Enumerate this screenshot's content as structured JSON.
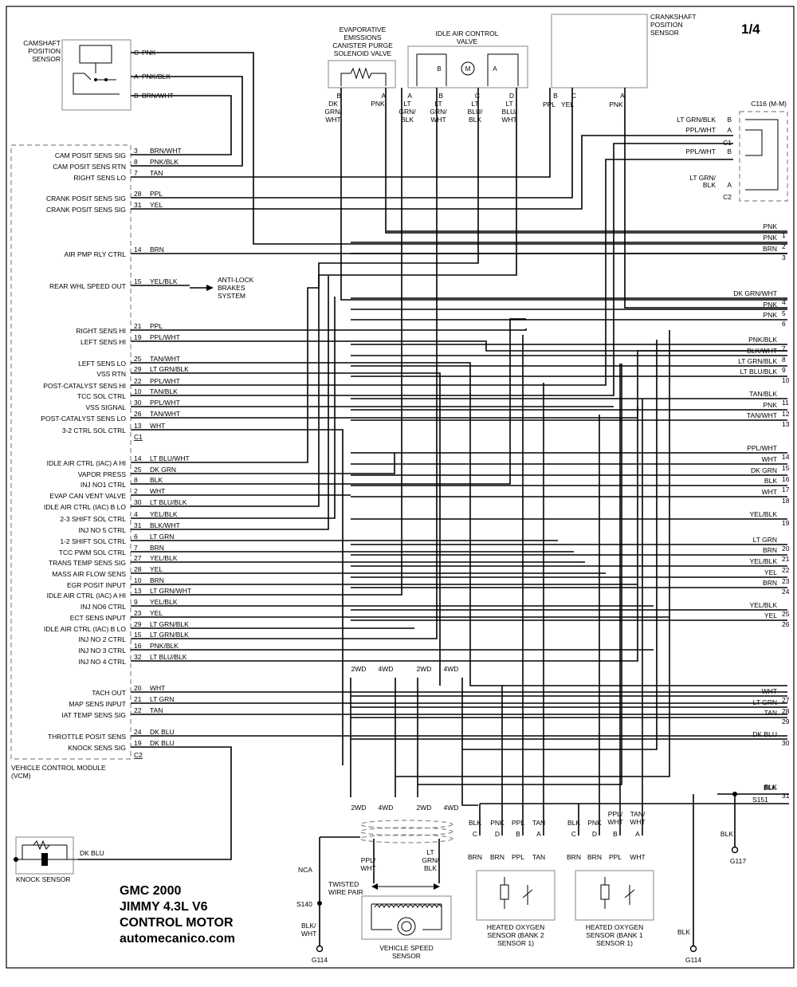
{
  "page_no": "1/4",
  "footer": {
    "line1": "GMC 2000",
    "line2": "JIMMY 4.3L V6",
    "line3": "CONTROL MOTOR",
    "line4": "automecanico.com"
  },
  "vcm": {
    "line1": "VEHICLE CONTROL MODULE",
    "line2": "(VCM)"
  },
  "components": {
    "camshaft": {
      "l1": "CAMSHAFT",
      "l2": "POSITION",
      "l3": "SENSOR"
    },
    "evap": {
      "l1": "EVAPORATIVE",
      "l2": "EMISSIONS",
      "l3": "CANISTER PURGE",
      "l4": "SOLENOID VALVE"
    },
    "iac": {
      "l1": "IDLE AIR CONTROL",
      "l2": "VALVE"
    },
    "crank": {
      "l1": "CRANKSHAFT",
      "l2": "POSITION",
      "l3": "SENSOR"
    },
    "c116": "C116 (M-M)",
    "abs": {
      "l1": "ANTI-LOCK",
      "l2": "BRAKES",
      "l3": "SYSTEM"
    },
    "knock": "KNOCK SENSOR",
    "vss": {
      "l1": "VEHICLE SPEED",
      "l2": "SENSOR"
    },
    "twisted": {
      "l1": "TWISTED",
      "l2": "WIRE PAIR"
    },
    "ho2s_b2": {
      "l1": "HEATED OXYGEN",
      "l2": "SENSOR (BANK 2",
      "l3": "SENSOR 1)"
    },
    "ho2s_b1": {
      "l1": "HEATED OXYGEN",
      "l2": "SENSOR (BANK 1",
      "l3": "SENSOR 1)"
    }
  },
  "cam_pins": [
    {
      "pin": "C",
      "color": "PNK"
    },
    {
      "pin": "A",
      "color": "PNK/BLK"
    },
    {
      "pin": "B",
      "color": "BRN/WHT"
    }
  ],
  "evap_pins": [
    {
      "pin": "B",
      "c1": "DK",
      "c2": "GRN/",
      "c3": "WHT"
    },
    {
      "pin": "A",
      "c1": "PNK",
      "c2": "",
      "c3": ""
    }
  ],
  "iac_pins": [
    {
      "pin": "A",
      "c1": "LT",
      "c2": "GRN/",
      "c3": "BLK"
    },
    {
      "pin": "B",
      "c1": "LT",
      "c2": "GRN/",
      "c3": "WHT"
    },
    {
      "pin": "C",
      "c1": "LT",
      "c2": "BLU/",
      "c3": "BLK"
    },
    {
      "pin": "D",
      "c1": "LT",
      "c2": "BLU/",
      "c3": "WHT"
    }
  ],
  "iac_inner": {
    "b": "B",
    "m": "M",
    "a": "A"
  },
  "crank_pins": [
    {
      "pin": "B",
      "color": "PPL"
    },
    {
      "pin": "C",
      "color": "YEL"
    },
    {
      "pin": "A",
      "color": "PNK"
    }
  ],
  "c116_labels": [
    {
      "color": "LT GRN/BLK",
      "pin": "B"
    },
    {
      "color": "PPL/WHT",
      "pin": "A"
    },
    {
      "color": "",
      "pin": "C1"
    },
    {
      "color": "PPL/WHT",
      "pin": "B"
    },
    {
      "color": "LT GRN/",
      "pin": ""
    },
    {
      "color": "BLK",
      "pin": "A"
    },
    {
      "color": "",
      "pin": "C2"
    }
  ],
  "vcm_rows": [
    {
      "name": "CAM POSIT SENS SIG",
      "pin": "3",
      "color": "BRN/WHT"
    },
    {
      "name": "CAM POSIT SENS RTN",
      "pin": "8",
      "color": "PNK/BLK"
    },
    {
      "name": "RIGHT SENS LO",
      "pin": "7",
      "color": "TAN"
    },
    {
      "name": "CRANK POSIT SENS SIG",
      "pin": "28",
      "color": "PPL"
    },
    {
      "name": "CRANK POSIT SENS SIG",
      "pin": "31",
      "color": "YEL"
    },
    {
      "name": "AIR PMP RLY CTRL",
      "pin": "14",
      "color": "BRN"
    },
    {
      "name": "REAR WHL SPEED OUT",
      "pin": "15",
      "color": "YEL/BLK"
    },
    {
      "name": "RIGHT SENS HI",
      "pin": "21",
      "color": "PPL"
    },
    {
      "name": "LEFT SENS HI",
      "pin": "19",
      "color": "PPL/WHT"
    },
    {
      "name": "LEFT SENS LO",
      "pin": "25",
      "color": "TAN/WHT"
    },
    {
      "name": "VSS RTN",
      "pin": "29",
      "color": "LT GRN/BLK"
    },
    {
      "name": "POST-CATALYST SENS HI",
      "pin": "22",
      "color": "PPL/WHT"
    },
    {
      "name": "TCC SOL CTRL",
      "pin": "10",
      "color": "TAN/BLK"
    },
    {
      "name": "VSS SIGNAL",
      "pin": "30",
      "color": "PPL/WHT"
    },
    {
      "name": "POST-CATALYST SENS LO",
      "pin": "26",
      "color": "TAN/WHT"
    },
    {
      "name": "3-2 CTRL SOL CTRL",
      "pin": "13",
      "color": "WHT"
    },
    {
      "name": "IDLE AIR CTRL (IAC) A HI",
      "pin": "14",
      "color": "LT BLU/WHT"
    },
    {
      "name": "VAPOR PRESS",
      "pin": "25",
      "color": "DK GRN"
    },
    {
      "name": "INJ NO1 CTRL",
      "pin": "8",
      "color": "BLK"
    },
    {
      "name": "EVAP CAN VENT VALVE",
      "pin": "2",
      "color": "WHT"
    },
    {
      "name": "IDLE AIR CTRL (IAC) B LO",
      "pin": "30",
      "color": "LT BLU/BLK"
    },
    {
      "name": "2-3 SHIFT SOL CTRL",
      "pin": "4",
      "color": "YEL/BLK"
    },
    {
      "name": "INJ NO 5 CTRL",
      "pin": "31",
      "color": "BLK/WHT"
    },
    {
      "name": "1-2 SHIFT SOL CTRL",
      "pin": "6",
      "color": "LT GRN"
    },
    {
      "name": "TCC PWM SOL CTRL",
      "pin": "7",
      "color": "BRN"
    },
    {
      "name": "TRANS TEMP SENS SIG",
      "pin": "27",
      "color": "YEL/BLK"
    },
    {
      "name": "MASS AIR FLOW SENS",
      "pin": "28",
      "color": "YEL"
    },
    {
      "name": "EGR POSIT INPUT",
      "pin": "10",
      "color": "BRN"
    },
    {
      "name": "IDLE AIR CTRL (IAC) A HI",
      "pin": "13",
      "color": "LT GRN/WHT"
    },
    {
      "name": "INJ NO6 CTRL",
      "pin": "9",
      "color": "YEL/BLK"
    },
    {
      "name": "ECT SENS INPUT",
      "pin": "23",
      "color": "YEL"
    },
    {
      "name": "IDLE AIR CTRL (IAC) B LO",
      "pin": "29",
      "color": "LT GRN/BLK"
    },
    {
      "name": "INJ NO 2 CTRL",
      "pin": "15",
      "color": "LT GRN/BLK"
    },
    {
      "name": "INJ NO 3 CTRL",
      "pin": "16",
      "color": "PNK/BLK"
    },
    {
      "name": "INJ NO 4 CTRL",
      "pin": "32",
      "color": "LT BLU/BLK"
    },
    {
      "name": "TACH OUT",
      "pin": "20",
      "color": "WHT"
    },
    {
      "name": "MAP SENS INPUT",
      "pin": "21",
      "color": "LT GRN"
    },
    {
      "name": "IAT TEMP SENS SIG",
      "pin": "22",
      "color": "TAN"
    },
    {
      "name": "THROTTLE POSIT SENS",
      "pin": "24",
      "color": "DK BLU"
    },
    {
      "name": "KNOCK SENS SIG",
      "pin": "19",
      "color": "DK BLU"
    }
  ],
  "vcm_connectors": {
    "c1": "C1",
    "c2": "C2"
  },
  "outputs": [
    {
      "num": "1",
      "color": "PNK"
    },
    {
      "num": "2",
      "color": "PNK"
    },
    {
      "num": "3",
      "color": "BRN"
    },
    {
      "num": "4",
      "color": "DK GRN/WHT"
    },
    {
      "num": "5",
      "color": "PNK"
    },
    {
      "num": "6",
      "color": "PNK"
    },
    {
      "num": "7",
      "color": "PNK/BLK"
    },
    {
      "num": "8",
      "color": "BLK/WHT"
    },
    {
      "num": "9",
      "color": "LT GRN/BLK"
    },
    {
      "num": "10",
      "color": "LT BLU/BLK"
    },
    {
      "num": "11",
      "color": "TAN/BLK"
    },
    {
      "num": "12",
      "color": "PNK"
    },
    {
      "num": "13",
      "color": "TAN/WHT"
    },
    {
      "num": "14",
      "color": "PPL/WHT"
    },
    {
      "num": "15",
      "color": "WHT"
    },
    {
      "num": "16",
      "color": "DK GRN"
    },
    {
      "num": "17",
      "color": "BLK"
    },
    {
      "num": "18",
      "color": "WHT"
    },
    {
      "num": "19",
      "color": "YEL/BLK"
    },
    {
      "num": "20",
      "color": "LT GRN"
    },
    {
      "num": "21",
      "color": "BRN"
    },
    {
      "num": "22",
      "color": "YEL/BLK"
    },
    {
      "num": "23",
      "color": "YEL"
    },
    {
      "num": "24",
      "color": "BRN"
    },
    {
      "num": "25",
      "color": "YEL/BLK"
    },
    {
      "num": "26",
      "color": "YEL"
    },
    {
      "num": "27",
      "color": "WHT"
    },
    {
      "num": "28",
      "color": "LT GRN"
    },
    {
      "num": "29",
      "color": "TAN"
    },
    {
      "num": "30",
      "color": "DK BLU"
    },
    {
      "num": "31",
      "color": "BLK"
    }
  ],
  "drive_labels": {
    "two": "2WD",
    "four": "4WD"
  },
  "vss_pins": [
    {
      "c1": "PPL/",
      "c2": "WHT"
    },
    {
      "c1": "LT",
      "c2": "GRN/",
      "c3": "BLK"
    }
  ],
  "ho2s_b2_pins": {
    "letters": [
      "C",
      "D",
      "B",
      "A"
    ],
    "top": [
      "BLK",
      "PNK",
      "PPL",
      "TAN"
    ],
    "bottom": [
      "BRN",
      "BRN",
      "PPL",
      "TAN"
    ]
  },
  "ho2s_b1_pins": {
    "letters": [
      "C",
      "D",
      "B",
      "A"
    ],
    "top": [
      "BLK",
      "PNK",
      "PPL/",
      "TAN/"
    ],
    "top2": [
      "",
      "",
      "WHT",
      "WHT"
    ],
    "bottom": [
      "BRN",
      "BRN",
      "PPL",
      "WHT"
    ]
  },
  "knock_wire": "DK BLU",
  "grounds": {
    "s151": "S151",
    "s140": "S140",
    "nca": "NCA",
    "blk": "BLK",
    "blkwht1": "BLK/",
    "blkwht2": "WHT",
    "g114a": "G114",
    "g114b": "G114",
    "g117": "G117",
    "blk_g117": "BLK",
    "blk_g114": "BLK"
  }
}
